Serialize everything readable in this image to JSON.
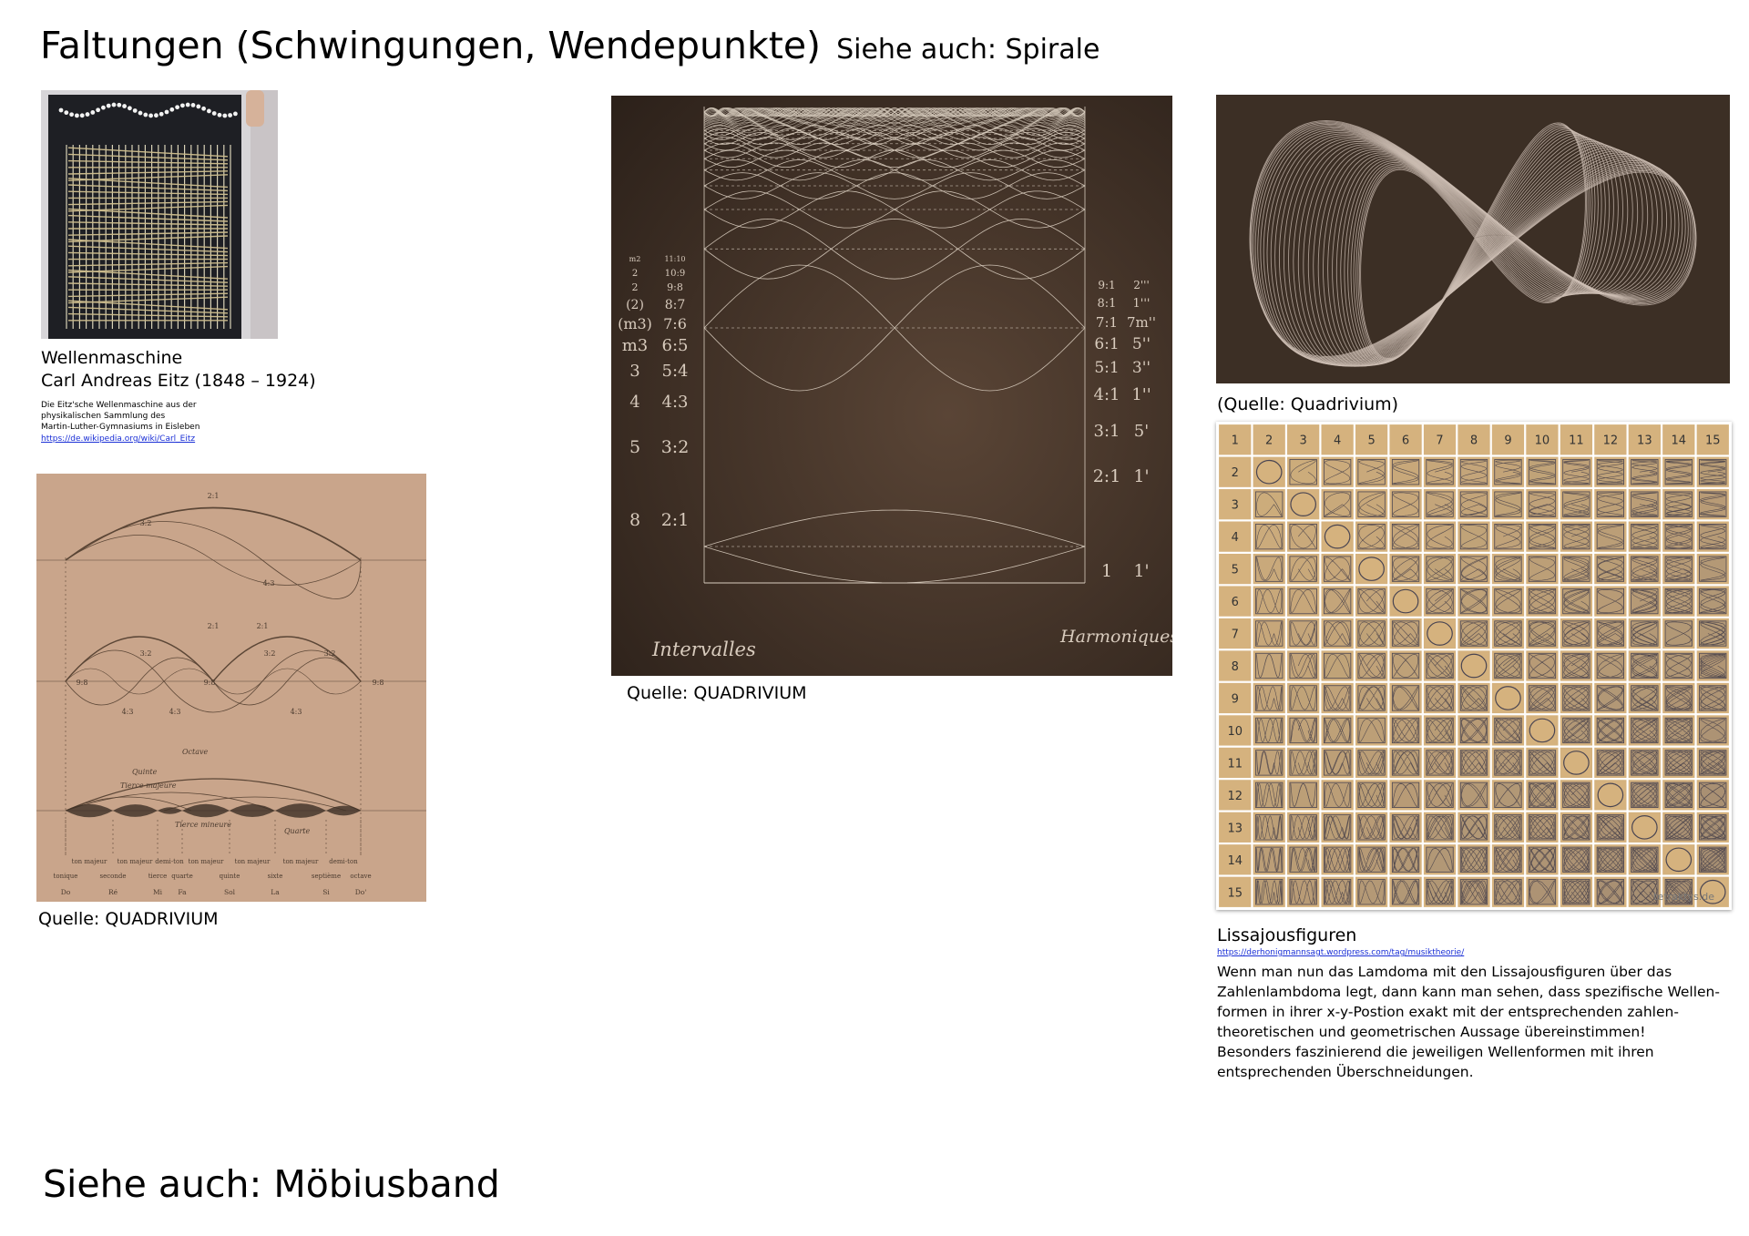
{
  "title": {
    "main": "Faltungen (Schwingungen, Wendepunkte)",
    "sub": "Siehe auch: Spirale"
  },
  "wave_machine": {
    "caption_title": "Wellenmaschine",
    "caption_person": "Carl Andreas Eitz (1848 – 1924)",
    "description_lines": [
      "Die Eitz'sche Wellenmaschine aus der",
      "physikalischen Sammlung des",
      "Martin-Luther-Gymnasiums in Eisleben"
    ],
    "link": "https://de.wikipedia.org/wiki/Carl_Eitz"
  },
  "intervals_image": {
    "source": "Quelle: QUADRIVIUM",
    "ratios_top": [
      "2:1",
      "3:2",
      "4:3"
    ],
    "ratios_mid": [
      "2:1",
      "2:1",
      "3:2",
      "3:2",
      "3:2",
      "9:8",
      "9:8",
      "9:8",
      "4:3",
      "4:3",
      "4:3"
    ],
    "labels": [
      "Octave",
      "Quinte",
      "Tierce majeure",
      "Tierce mineure",
      "Quarte"
    ],
    "step_names": [
      "ton majeur",
      "ton majeur",
      "demi-ton",
      "ton majeur",
      "ton majeur",
      "ton majeur",
      "demi-ton"
    ],
    "degree_names": [
      "tonique",
      "seconde",
      "tierce",
      "quarte",
      "quinte",
      "sixte",
      "septième",
      "octave"
    ],
    "notes": [
      "Do",
      "Ré",
      "Mi",
      "Fa",
      "Sol",
      "La",
      "Si",
      "Do'"
    ]
  },
  "harmonics_image": {
    "source": "Quelle: QUADRIVIUM",
    "left_title": "Intervalles",
    "right_title": "Harmoniques",
    "left_intervals": [
      "m2",
      "2",
      "2",
      "(2)",
      "(m3)",
      "m3",
      "3",
      "4",
      "5",
      "8"
    ],
    "left_ratios": [
      "11:10",
      "10:9",
      "9:8",
      "8:7",
      "7:6",
      "6:5",
      "5:4",
      "4:3",
      "3:2",
      "2:1"
    ],
    "right_ratios": [
      "9:1",
      "8:1",
      "7:1",
      "6:1",
      "5:1",
      "4:1",
      "3:1",
      "2:1",
      "1"
    ],
    "right_notes": [
      "2'''",
      "1'''",
      "7m''",
      "5''",
      "3''",
      "1''",
      "5'",
      "1'",
      "1'"
    ]
  },
  "lissajous_twist": {
    "source": "(Quelle: Quadrivium)"
  },
  "lissajous_table": {
    "headers": [
      "1",
      "2",
      "3",
      "4",
      "5",
      "6",
      "7",
      "8",
      "9",
      "10",
      "11",
      "12",
      "13",
      "14",
      "15"
    ],
    "rows": [
      "2",
      "3",
      "4",
      "5",
      "6",
      "7",
      "8",
      "9",
      "10",
      "11",
      "12",
      "13",
      "14",
      "15"
    ],
    "watermark": "tetraktys.de"
  },
  "lissajous_text": {
    "heading": "Lissajousfiguren",
    "link": "https://derhonigmannsagt.wordpress.com/tag/musiktheorie/",
    "paragraph_lines": [
      "Wenn man nun das Lamdoma mit den Lissajousfiguren über das",
      "Zahlenlambdoma legt, dann kann man sehen, dass spezifische Wellen-",
      "formen in ihrer x-y-Postion exakt mit der entsprechenden zahlen-",
      "theoretischen und geometrischen Aussage übereinstimmen!",
      "Besonders faszinierend die jeweiligen Wellenformen mit ihren",
      "entsprechenden Überschneidungen."
    ]
  },
  "footer": "Siehe auch: Möbiusband"
}
